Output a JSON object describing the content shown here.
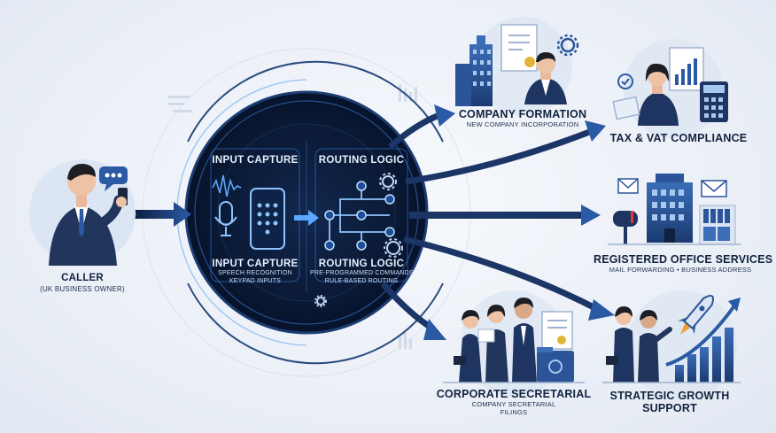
{
  "caller": {
    "title": "CALLER",
    "subtitle": "(UK BUSINESS OWNER)"
  },
  "hub": {
    "input_top": "INPUT CAPTURE",
    "routing_top": "ROUTING LOGIC",
    "input_title": "INPUT CAPTURE",
    "input_sub1": "SPEECH RECOGNITION",
    "input_sub2": "KEYPAD INPUTS",
    "routing_title": "ROUTING LOGIC",
    "routing_sub1": "PRE-PROGRAMMED COMMANDS",
    "routing_sub2": "RULE-BASED ROUTING"
  },
  "services": [
    {
      "title": "COMPANY FORMATION",
      "subtitle": "NEW COMPANY INCORPORATION"
    },
    {
      "title": "TAX & VAT COMPLIANCE",
      "subtitle": ""
    },
    {
      "title": "REGISTERED OFFICE SERVICES",
      "subtitle": "MAIL FORWARDING • BUSINESS ADDRESS"
    },
    {
      "title": "CORPORATE SECRETARIAL",
      "subtitle": "COMPANY SECRETARIAL",
      "subtitle2": "FILINGS"
    },
    {
      "title": "STRATEGIC GROWTH",
      "title2": "SUPPORT"
    }
  ],
  "colors": {
    "navy": "#0f2140",
    "blue": "#2f5ea8",
    "glow": "#5aa8ff",
    "bg": "#eef2f8"
  }
}
